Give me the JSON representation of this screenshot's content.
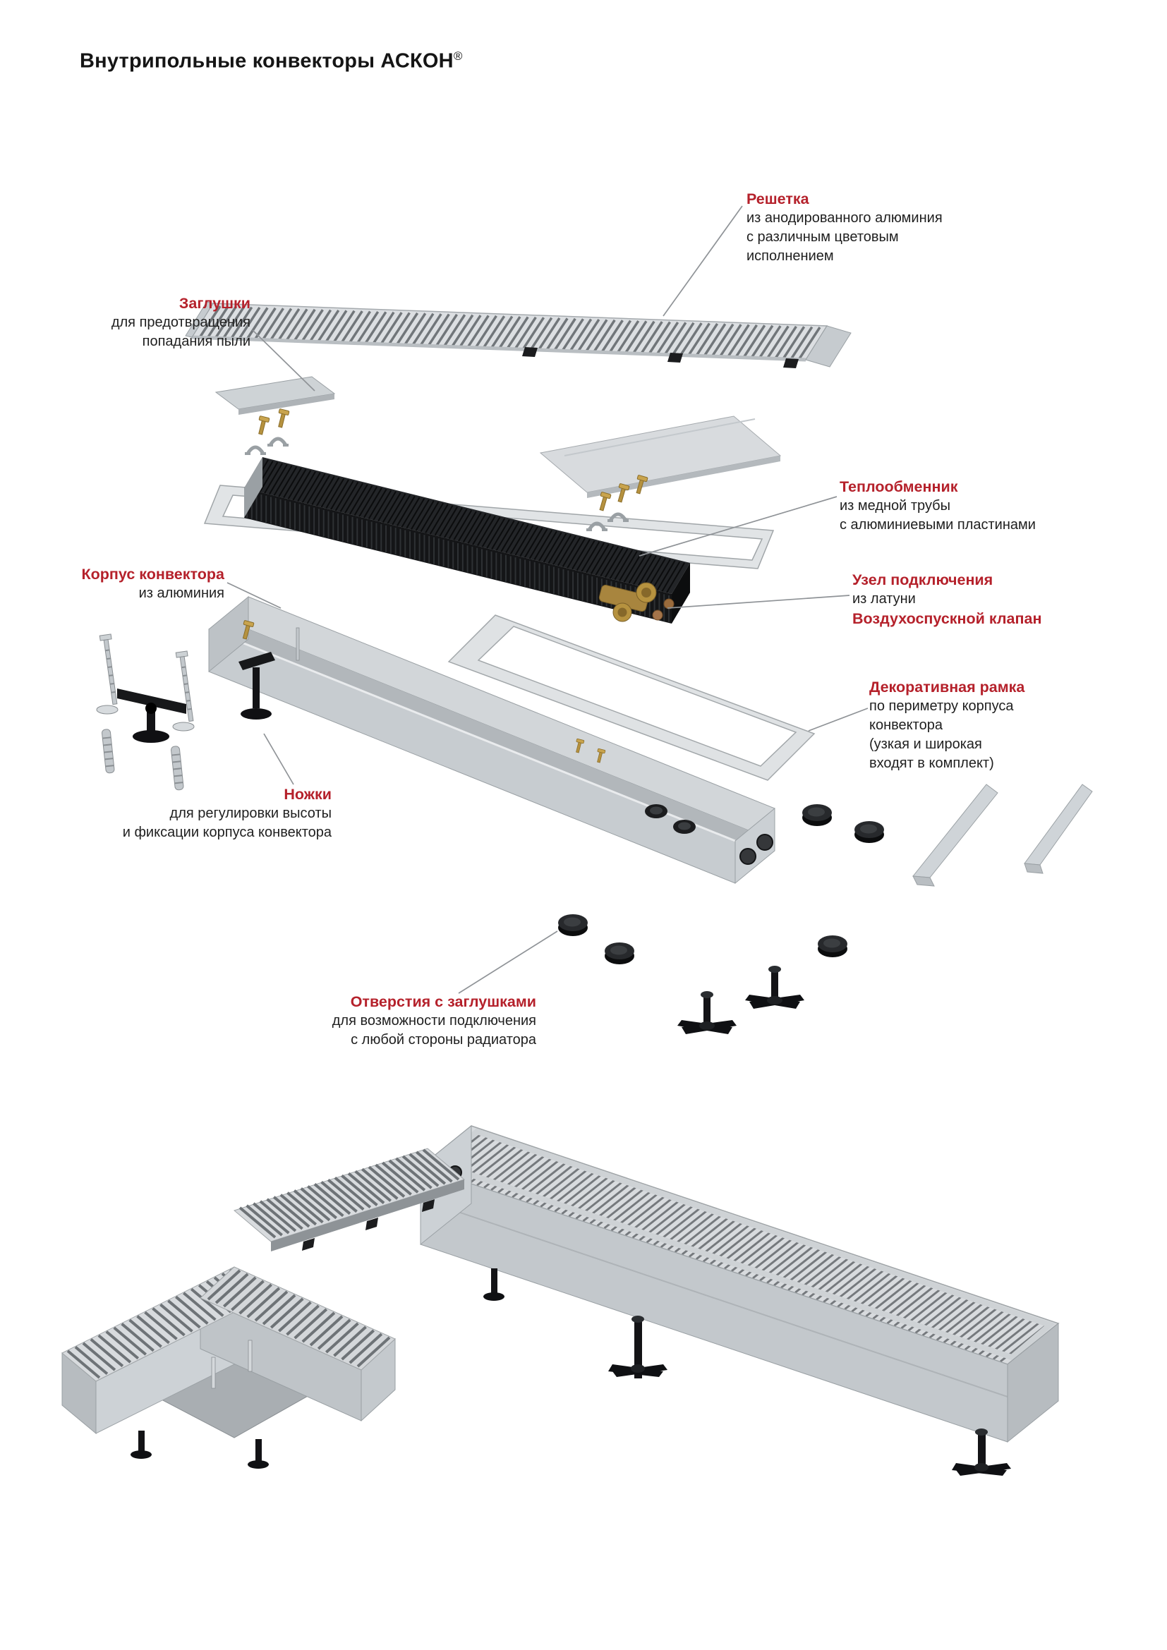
{
  "title": {
    "text": "Внутрипольные конвекторы АСКОН",
    "reg": "®"
  },
  "colors": {
    "accent": "#b5212b",
    "text": "#1f1f1f",
    "leader_line": "#8f9397"
  },
  "callouts": {
    "grille": {
      "heading": "Решетка",
      "lines": [
        "из анодированного алюминия",
        "с различным цветовым",
        "исполнением"
      ]
    },
    "dust_plugs": {
      "heading": "Заглушки",
      "lines": [
        "для предотвращения",
        "попадания пыли"
      ]
    },
    "heat_exchanger": {
      "heading": "Теплообменник",
      "lines": [
        "из медной трубы",
        "с алюминиевыми пластинами"
      ]
    },
    "body": {
      "heading": "Корпус конвектора",
      "lines": [
        "из алюминия"
      ]
    },
    "connection": {
      "heading": "Узел подключения",
      "line": "из латуни",
      "heading2": "Воздухоспускной клапан"
    },
    "decor_frame": {
      "heading": "Декоративная рамка",
      "lines": [
        "по периметру корпуса",
        "конвектора",
        "(узкая и широкая",
        "входят в комплект)"
      ]
    },
    "legs": {
      "heading": "Ножки",
      "lines": [
        "для регулировки высоты",
        "и фиксации корпуса конвектора"
      ]
    },
    "holes": {
      "heading": "Отверстия с заглушками",
      "lines": [
        "для возможности подключения",
        "с любой стороны радиатора"
      ]
    }
  }
}
